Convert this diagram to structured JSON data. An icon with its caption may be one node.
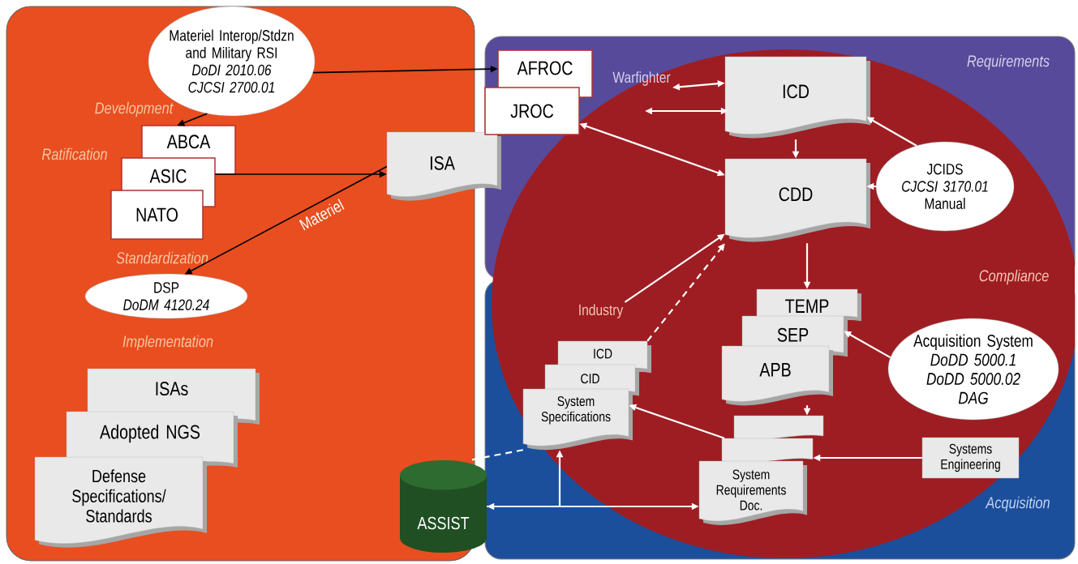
{
  "diagram": {
    "nodes": [
      {
        "text": [
          "Materiel Interop/Stdzn and Military RSI",
          "DoDI 2010.06",
          "CJCSI 2700.01"
        ]
      },
      {
        "text": [
          "ABCA"
        ]
      },
      {
        "text": [
          "ASIC"
        ]
      },
      {
        "text": [
          "NATO"
        ]
      },
      {
        "text": [
          "ISA"
        ]
      },
      {
        "text": [
          "DSP",
          "DoDM 4120.24"
        ]
      },
      {
        "text": [
          "ISAs"
        ]
      },
      {
        "text": [
          "Adopted NGS"
        ]
      },
      {
        "text": [
          "Defense Specifications/ Standards"
        ]
      },
      {
        "text": [
          "AFROC"
        ]
      },
      {
        "text": [
          "JROC"
        ]
      },
      {
        "text": [
          "ICD"
        ]
      },
      {
        "text": [
          "CDD"
        ]
      },
      {
        "text": [
          "JCIDS",
          "CJCSI 3170.01",
          "Manual"
        ]
      },
      {
        "text": [
          "TEMP"
        ]
      },
      {
        "text": [
          "SEP"
        ]
      },
      {
        "text": [
          "APB"
        ]
      },
      {
        "text": [
          "Acquisition System",
          "DoDD 5000.1",
          "DoDD 5000.02",
          "DAG"
        ]
      },
      {
        "text": [],
        "shape": "document"
      },
      {
        "text": [],
        "shape": "document"
      },
      {
        "text": [
          "System Requirements Doc."
        ]
      },
      {
        "text": [
          "Systems Engineering"
        ]
      },
      {
        "text": [
          "ICD"
        ]
      },
      {
        "text": [
          "CID"
        ]
      },
      {
        "text": [
          "System Specifications"
        ]
      },
      {
        "text": [
          "ASSIST"
        ]
      },
      {
        "text": [
          "Warfighter"
        ]
      },
      {
        "text": [
          "Industry"
        ]
      }
    ],
    "edges": [
      {
        "from": 0,
        "to": 9,
        "arrow": "to",
        "color": "#000000"
      },
      {
        "from": 0,
        "to": 1,
        "arrow": "to",
        "color": "#000000"
      },
      {
        "from": 2,
        "to": 4,
        "arrow": "to",
        "color": "#000000"
      },
      {
        "from": 4,
        "to": 5,
        "arrow": "to",
        "color": "#000000",
        "label": "Materiel"
      },
      {
        "from": 26,
        "to": 11,
        "arrow": "both"
      },
      {
        "from": 26,
        "to": 11,
        "arrow": "both"
      },
      {
        "from": 10,
        "to": 12,
        "arrow": "both"
      },
      {
        "from": 11,
        "to": 12,
        "arrow": "to"
      },
      {
        "from": 13,
        "to": 11,
        "arrow": "to"
      },
      {
        "from": 13,
        "to": 12,
        "arrow": "to"
      },
      {
        "from": 12,
        "to": 14,
        "arrow": "to"
      },
      {
        "from": 27,
        "to": 12,
        "arrow": "to"
      },
      {
        "from": 22,
        "to": 12,
        "arrow": "to",
        "style": "dashed"
      },
      {
        "from": 17,
        "to": 15,
        "arrow": "to"
      },
      {
        "from": 16,
        "to": 18,
        "arrow": "to"
      },
      {
        "from": 21,
        "to": 19,
        "arrow": "to"
      },
      {
        "from": 19,
        "to": 24,
        "arrow": "to"
      },
      {
        "from": 24,
        "to": 25,
        "arrow": "none",
        "style": "dashed"
      },
      {
        "from": 25,
        "to": 20,
        "arrow": "both"
      },
      {
        "from": 25,
        "to": 24,
        "arrow": "to"
      }
    ],
    "labels": [
      "Development",
      "Ratification",
      "Standardization",
      "Implementation",
      "Requirements",
      "Compliance",
      "Acquisition"
    ]
  }
}
